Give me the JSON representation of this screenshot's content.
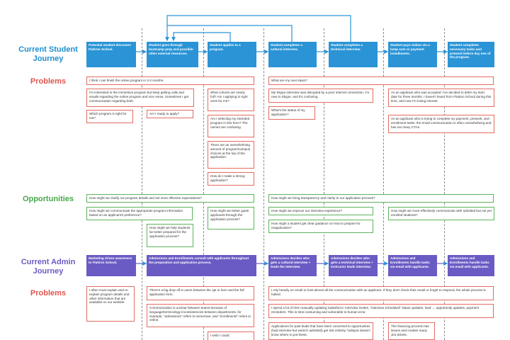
{
  "lanes": {
    "current_student": "Current Student Journey",
    "problems": "Problems",
    "opportunities": "Opportunities",
    "current_admin": "Current Admin Journey"
  },
  "student_steps": [
    "Potential student discovers Flatiron School.",
    "Student goes through bootcamp prep and possible other external resources.",
    "Student applies to a program.",
    "Student completes a cultural interview.",
    "Student completes a technical interview.",
    "Student pays tuition via a lump sum or payment installments.",
    "Student completes necessary tasks and prework before day one of the program."
  ],
  "student_problems": [
    "I think I can finish the online program in 2-3 months.",
    "What are my next steps?",
    "I'm interested in the immersive program but keep getting calls and emails regarding the online program and vice versa. Sometimes I get communication regarding both.",
    "Which program is right for me?",
    "Am I ready to apply?",
    "What cohorts are nearly full? Am I applying to right ones for me?",
    "Am I selecting my intended program in this form? The names are confusing.",
    "There are an overwhelming amount of program/campus choices at the top of the application.",
    "How do I make a strong application?",
    "My Skype interview was disrupted by a poor internet connection, I'm new to Skype, and it's confusing.",
    "What's the status of my application?",
    "As an applicant who was accepted: I've decided to defer my start date for three months. I haven't heard from Flatiron School during this time, and now I'm losing interest.",
    "As an applicant who is trying to complete my payment, prework, and enrollment tasks: the email communication is often overwhelming and has too many CTAs."
  ],
  "opportunities": [
    "How might we clarify our program details and set more effective expectations?",
    "How might we bring transparency and clarity to our application process?",
    "How might we communicate the appropriate program information based on an applicant's preference?",
    "How might we better guide applicants through the application process?",
    "How might we improve our interview experience?",
    "How might we more effectively communicate with admitted but not yet enrolled students?",
    "How might we help students be better prepared for the application process?",
    "How might a student get clear guidance on how to prepare for reapplication?"
  ],
  "admin_steps": [
    "Marketing drives awareness to Flatiron School.",
    "Admissions and Enrollments consult with applicants throughout the preparation and application process.",
    "Admissions decides who gets a cultural interview + leads the interview.",
    "Admissions decides who gets a technical interview + Instructor leads interview.",
    "Admissions and Enrollments handle tasks via email with applicants.",
    "Admissions and Enrollments handle tasks via email with applicants."
  ],
  "admin_problems": [
    "I often must explain and re-explain program details and other information that are available on our website.",
    "There's a big drop off in users between the opt in form and the full application form.",
    "Communication is unclear between teams because of language/terminology inconsistencies between departments, for example, \"admissions\" refers to immersive, and \"enrollments\" refers to online.",
    "I wish I could",
    "I rely heavily on email to host almost all the communication with an applicant. If they don't check their email or forget to respond, the whole process is halted.",
    "I spend a lot of time manually updating Salesforce: Interview invites, \"interview scheduled\" status updates, lead → opportunity updates, payment reminders. This is time-consuming and vulnerable to human error.",
    "Applications for past leads that have been converted to opportunities (had interview but weren't admitted) get lost entirely; hubspot doesn't know where to put these.",
    "The financing process has issues and creates many Jira tickets."
  ],
  "colors": {
    "student_step": "#2a94d6",
    "admin_step": "#6a5bc4",
    "problem_border": "#e36b63",
    "opportunity_border": "#5db35c",
    "connector": "#2a94d6"
  }
}
